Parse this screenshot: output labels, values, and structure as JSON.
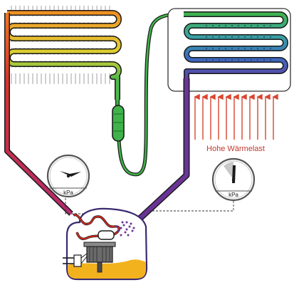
{
  "labels": {
    "heat_load": "Hohe Wärmelast",
    "gauge_left_unit": "kPa",
    "gauge_right_unit": "kPa"
  },
  "colors": {
    "pipe_outline": "#1a1a1a",
    "hot_red": "#d22a1e",
    "orange": "#f08a20",
    "yellow": "#e8d232",
    "green": "#3fb24a",
    "teal": "#3aa4a0",
    "blue": "#3a6cc0",
    "purple": "#6a3496",
    "heat_arrow": "#d9452f",
    "heat_text": "#c0392b",
    "oil": "#f2b21e"
  },
  "icons": [
    "condenser-coil",
    "evaporator-coil",
    "filter-drier",
    "pressure-gauge",
    "compressor",
    "heat-arrows"
  ]
}
